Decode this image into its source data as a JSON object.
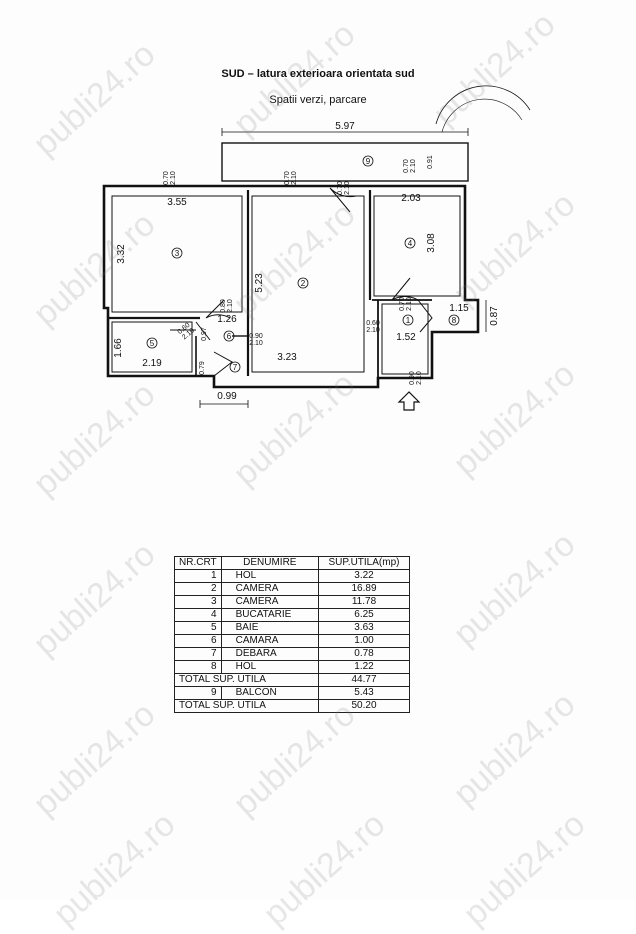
{
  "heading": {
    "title": "SUD – latura exterioara orientata sud",
    "subtitle": "Spatii verzi, parcare"
  },
  "plan": {
    "dimensions": {
      "top_total": "5.97",
      "room3_width": "3.55",
      "room3_height": "3.32",
      "room2_height": "5.23",
      "room2_bottom": "3.23",
      "room4_width": "2.03",
      "room4_height": "3.08",
      "room8_width": "1.15",
      "room8_height": "0.87",
      "room1_width": "1.52",
      "room5_height": "1.66",
      "room5_width": "2.19",
      "room6_width": "1.26",
      "room6_side": "0.97",
      "room7_height": "0.79",
      "bottom_left": "0.99",
      "balcony_depth": "0.91"
    },
    "door_labels": {
      "d1": "0.70\n2.10",
      "d2": "0.70\n2.10",
      "d3": "0.70\n2.10",
      "d4": "0.70\n2.10",
      "d5": "0.70\n2.10",
      "d6": "0.80\n2.10",
      "d7": "0.90\n2.10",
      "d8": "0.90\n2.10",
      "d9": "0.60\n2.10",
      "d10": "0.70\n2.10",
      "d11": "0.90\n2.10",
      "d12": "0.60\n2.10"
    },
    "room_numbers": [
      "1",
      "2",
      "3",
      "4",
      "5",
      "6",
      "7",
      "8",
      "9"
    ]
  },
  "table": {
    "headers": [
      "NR.CRT",
      "DENUMIRE",
      "SUP.UTILA(mp)"
    ],
    "rows": [
      {
        "nr": "1",
        "name": "HOL",
        "area": "3.22"
      },
      {
        "nr": "2",
        "name": "CAMERA",
        "area": "16.89"
      },
      {
        "nr": "3",
        "name": "CAMERA",
        "area": "11.78"
      },
      {
        "nr": "4",
        "name": "BUCATARIE",
        "area": "6.25"
      },
      {
        "nr": "5",
        "name": "BAIE",
        "area": "3.63"
      },
      {
        "nr": "6",
        "name": "CAMARA",
        "area": "1.00"
      },
      {
        "nr": "7",
        "name": "DEBARA",
        "area": "0.78"
      },
      {
        "nr": "8",
        "name": "HOL",
        "area": "1.22"
      }
    ],
    "total_util_label": "TOTAL SUP. UTILA",
    "total_util_value": "44.77",
    "balcon": {
      "nr": "9",
      "name": "BALCON",
      "area": "5.43"
    },
    "total_label": "TOTAL SUP. UTILA",
    "total_value": "50.20"
  },
  "watermark": "publi24.ro"
}
